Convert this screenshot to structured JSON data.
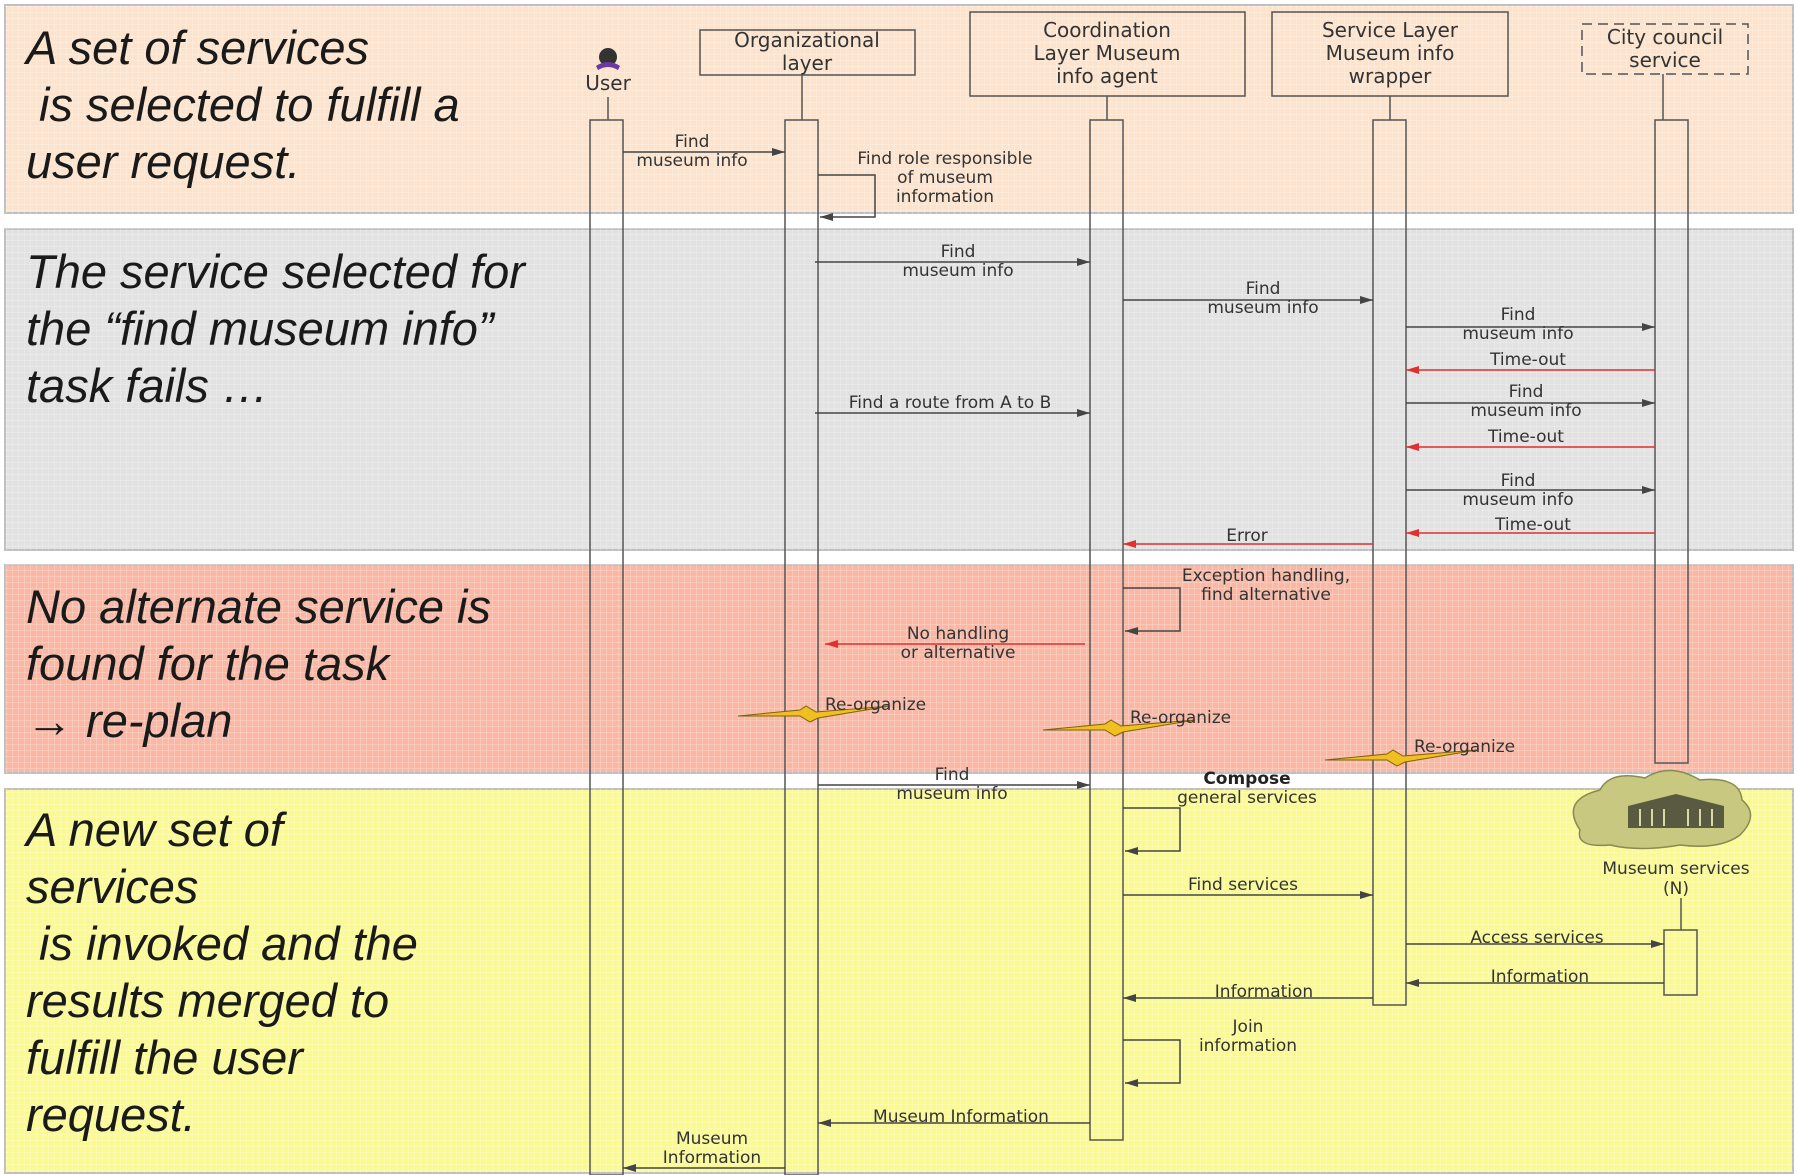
{
  "bands": [
    {
      "color": "#fde3cc",
      "text": [
        "A set of services",
        " is selected to fulfill a",
        "user request."
      ]
    },
    {
      "color": "#e2e2e2",
      "text": [
        "The service selected for",
        "the “find museum info”",
        "task fails …"
      ]
    },
    {
      "color": "#f9b7a4",
      "text": [
        "No alternate service is",
        "found for the task",
        "→ re-plan"
      ]
    },
    {
      "color": "#fafa91",
      "text": [
        "A new set of",
        "services",
        " is invoked and the",
        "results merged to",
        "fulfill the user",
        "request."
      ]
    }
  ],
  "participants": {
    "user": "User",
    "org": [
      "Organizational",
      "layer"
    ],
    "coord": [
      "Coordination",
      "Layer Museum",
      "info agent"
    ],
    "service": [
      "Service Layer",
      "Museum info",
      "wrapper"
    ],
    "city": [
      "City council",
      "service"
    ],
    "museum": [
      "Museum services",
      "(N)"
    ]
  },
  "messages": {
    "m1": [
      "Find",
      "museum info"
    ],
    "m2": [
      "Find role responsible",
      "of museum",
      "information"
    ],
    "m3": [
      "Find",
      "museum info"
    ],
    "m4": [
      "Find",
      "museum info"
    ],
    "m5": [
      "Find",
      "museum info"
    ],
    "m6": "Time-out",
    "m7": "Find a route from A to B",
    "m8": [
      "Find",
      "museum info"
    ],
    "m9": "Time-out",
    "m10": [
      "Find",
      "museum info"
    ],
    "m11": "Time-out",
    "m12": "Error",
    "m13": [
      "Exception handling,",
      "find alternative"
    ],
    "m14": [
      "No handling",
      "or alternative"
    ],
    "reorg": "Re-organize",
    "m15": [
      "Find",
      "museum info"
    ],
    "m16": [
      "Compose",
      "general services"
    ],
    "m17": "Find services",
    "m18": "Access services",
    "m19": "Information",
    "m20": "Information",
    "m21": [
      "Join",
      "information"
    ],
    "m22": "Museum Information",
    "m23": [
      "Museum",
      "Information"
    ]
  },
  "colors": {
    "arrow": "#444444",
    "error_arrow": "#e03030"
  }
}
